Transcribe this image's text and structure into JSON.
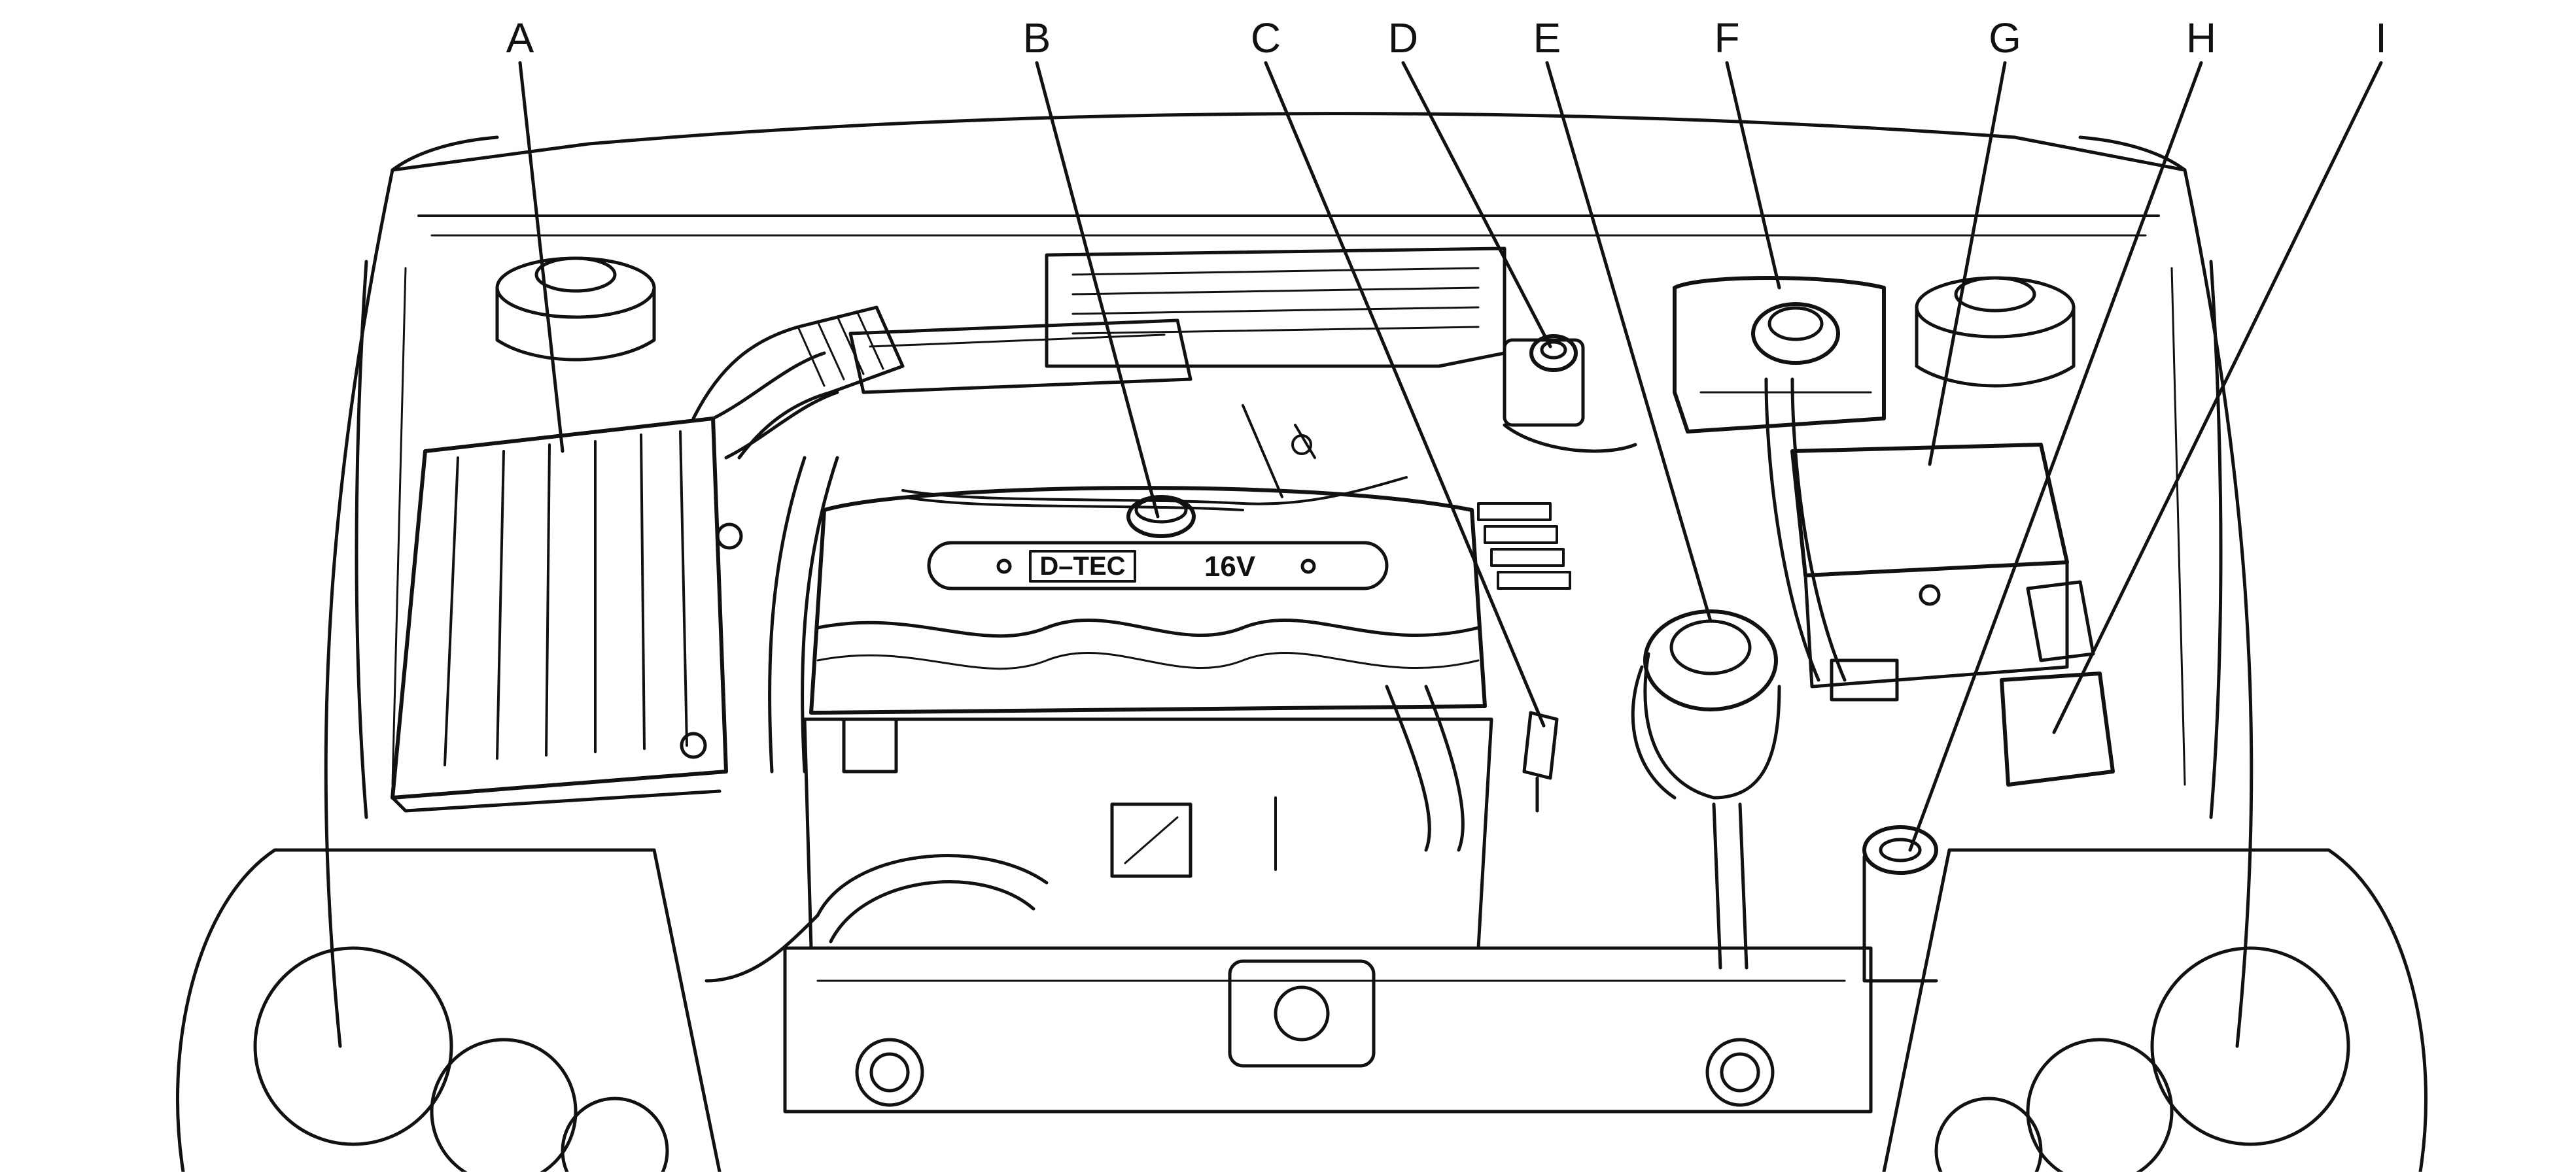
{
  "diagram": {
    "callouts": [
      {
        "id": "A",
        "label": "A",
        "part": "air-cleaner"
      },
      {
        "id": "B",
        "label": "B",
        "part": "engine-oil-fill-cap"
      },
      {
        "id": "C",
        "label": "C",
        "part": "engine-oil-dipstick"
      },
      {
        "id": "D",
        "label": "D",
        "part": "brake-fluid-reservoir"
      },
      {
        "id": "E",
        "label": "E",
        "part": "power-steering-fluid-reservoir"
      },
      {
        "id": "F",
        "label": "F",
        "part": "coolant-surge-tank"
      },
      {
        "id": "G",
        "label": "G",
        "part": "battery"
      },
      {
        "id": "H",
        "label": "H",
        "part": "windshield-washer-fluid-reservoir"
      },
      {
        "id": "I",
        "label": "I",
        "part": "fuse-block"
      }
    ],
    "engine_badge": {
      "left": "D–TEC",
      "right": "16V"
    }
  },
  "colors": {
    "line": "#111111",
    "background": "#ffffff"
  }
}
